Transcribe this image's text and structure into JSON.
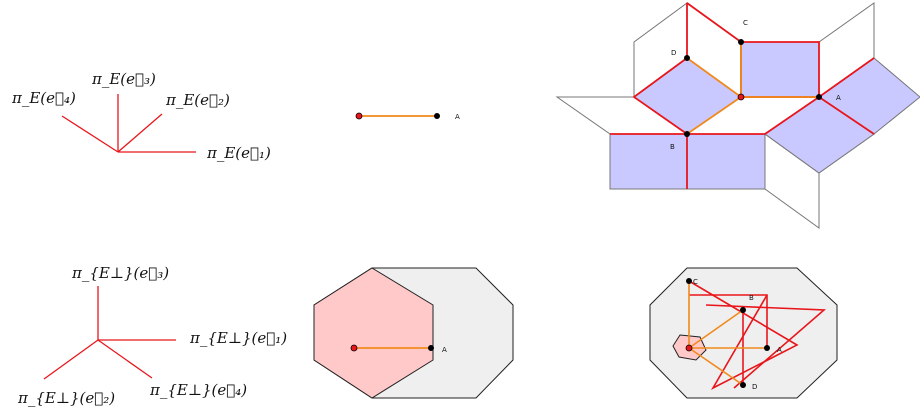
{
  "star_e": {
    "label_e1": "π_E(e⃗₁)",
    "label_e2": "π_E(e⃗₂)",
    "label_e3": "π_E(e⃗₃)",
    "label_e4": "π_E(e⃗₄)"
  },
  "star_eperp": {
    "label_e1": "π_{E⊥}(e⃗₁)",
    "label_e2": "π_{E⊥}(e⃗₂)",
    "label_e3": "π_{E⊥}(e⃗₃)",
    "label_e4": "π_{E⊥}(e⃗₄)"
  },
  "points": {
    "A": "A",
    "B": "B",
    "C": "C",
    "D": "D"
  },
  "colors": {
    "star_red": "#e8161b",
    "orange": "#f08a1c",
    "tile_fill": "#c9c9ff",
    "window_fill": "#efefef",
    "acceptance_fill": "#ffc9c9",
    "outline": "#555555",
    "red_point": "#e8161b",
    "black_point": "#000000"
  }
}
